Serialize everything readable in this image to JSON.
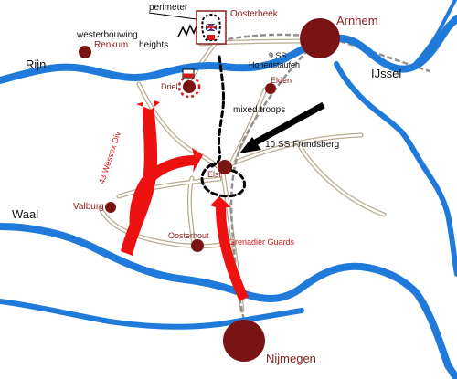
{
  "places": {
    "oosterbeek": "Oosterbeek",
    "arnhem": "Arnhem",
    "renkum": "Renkum",
    "driel": "Driel",
    "elden": "Elden",
    "elst": "Elst",
    "valburg": "Valburg",
    "oosterhout": "Oosterhout",
    "nijmegen": "Nijmegen"
  },
  "rivers": {
    "rijn": "Rijn",
    "waal": "Waal",
    "ijssel": "IJssel"
  },
  "annotations": {
    "perimeter": "perimeter",
    "westerbouwing_line1": "westerbouwing",
    "westerbouwing_line2": "heights",
    "mixed_troops": "mixed troops"
  },
  "units": {
    "ss9_line1": "9 SS",
    "ss9_line2": "Hohenstaufen",
    "ss10": "10 SS Frundsberg",
    "wessex": "43 Wessex Div.",
    "grenadier": "Grenadier Guards"
  },
  "colors": {
    "river": "#1f7ad9",
    "town": "#7a1414",
    "label_red": "#8a1c1c",
    "arrow_red": "#ee1111",
    "road_outline": "#b8ab90",
    "road_fill": "#ffffff",
    "rail": "#8f8f8f",
    "front_line": "#000000"
  }
}
